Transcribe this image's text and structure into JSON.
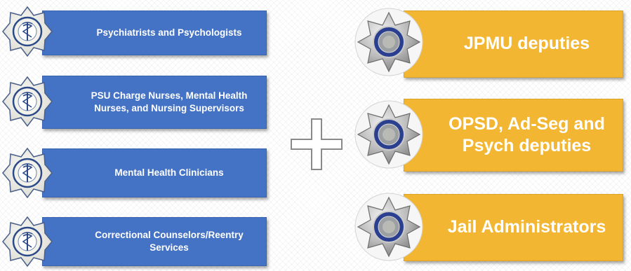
{
  "left_column": {
    "items": [
      {
        "label": "Psychiatrists and Psychologists"
      },
      {
        "label": "PSU Charge Nurses, Mental Health Nurses, and Nursing Supervisors"
      },
      {
        "label": "Mental Health Clinicians"
      },
      {
        "label": "Correctional Counselors/Reentry Services"
      }
    ],
    "icon": "medical-star-badge-icon"
  },
  "right_column": {
    "items": [
      {
        "label": "JPMU deputies"
      },
      {
        "label": "OPSD, Ad-Seg and Psych deputies"
      },
      {
        "label": "Jail Administrators"
      }
    ],
    "icon": "sheriff-badge-icon"
  },
  "connector": {
    "icon": "plus-icon"
  },
  "colors": {
    "blue_box": "#4472c4",
    "gold_box": "#f2b632",
    "text": "#ffffff"
  }
}
